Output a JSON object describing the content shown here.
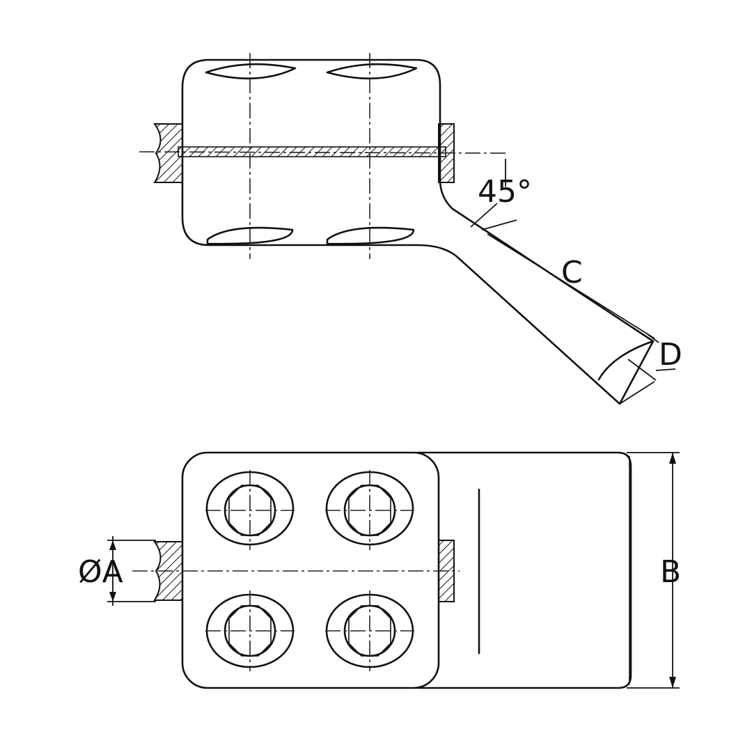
{
  "diagram": {
    "labels": {
      "angle": "45°",
      "length": "C",
      "thickness": "D",
      "diameter": "ØA",
      "width": "B"
    },
    "colors": {
      "line": "#111111",
      "background": "#ffffff"
    }
  }
}
